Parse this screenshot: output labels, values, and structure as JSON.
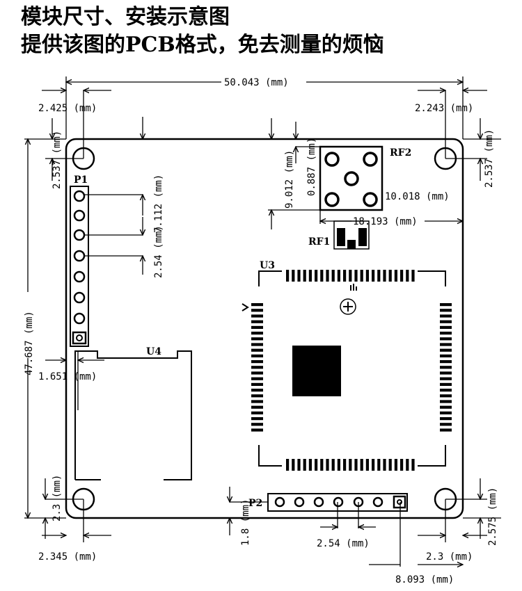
{
  "title": {
    "line1": "模块尺寸、安装示意图",
    "line2": "提供该图的PCB格式，免去测量的烦恼"
  },
  "dimensions": {
    "board_width": "50.043 (mm)",
    "hole_left_x": "2.425 (mm)",
    "hole_right_x": "2.243 (mm)",
    "hole_top_left_y": "2.537 (mm)",
    "hole_top_right_y": "2.537 (mm)",
    "board_height": "47.687 (mm)",
    "p1_offset_y": "7.112 (mm)",
    "pin_pitch_p1": "2.54 (mm)",
    "rf2_top": "0.887 (mm)",
    "rf2_offset_y": "9.012 (mm)",
    "rf2_size": "10.018 (mm)",
    "rf2_offset_x": "18.193 (mm)",
    "u4_offset": "1.651 (mm)",
    "hole_bottom_left_x": "2.345 (mm)",
    "hole_bottom_left_y": "2.3 (mm)",
    "p2_offset_y": "1.8 (mm)",
    "pin_pitch_p2": "2.54 (mm)",
    "hole_bottom_right_x": "2.3 (mm)",
    "hole_bottom_right_y": "2.575 (mm)",
    "p2_offset_x": "8.093 (mm)"
  },
  "components": {
    "p1": "P1",
    "p2": "P2",
    "rf1": "RF1",
    "rf2": "RF2",
    "u3": "U3",
    "u4": "U4"
  }
}
